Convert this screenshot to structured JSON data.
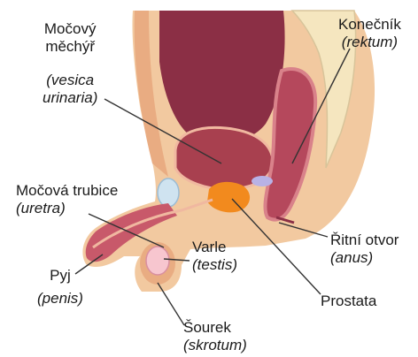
{
  "labels": {
    "bladder": {
      "name": "Močový měchýř",
      "name_line1": "Močový",
      "name_line2": "měchýř",
      "latin": "(vesica urinaria)",
      "latin_line1": "(vesica",
      "latin_line2": "urinaria)"
    },
    "rectum": {
      "name": "Konečník",
      "latin": "(rektum)"
    },
    "urethra": {
      "name": "Močová trubice",
      "latin": "(uretra)"
    },
    "anus": {
      "name": "Řitní otvor",
      "latin": "(anus)"
    },
    "testis": {
      "name": "Varle",
      "latin": "(testis)"
    },
    "penis": {
      "name": "Pyj",
      "latin": "(penis)"
    },
    "prostate": {
      "name": "Prostata"
    },
    "scrotum": {
      "name": "Šourek",
      "latin": "(skrotum)"
    }
  },
  "colors": {
    "skin": "#f2c9a0",
    "skin_dark": "#e9ac82",
    "bladder": "#a8404f",
    "bladder_inner": "#8b2f45",
    "rectum": "#b5485c",
    "prostate": "#f28a1e",
    "bone": "#f5e6bf",
    "muscle": "#d9828a",
    "line": "#333333"
  }
}
